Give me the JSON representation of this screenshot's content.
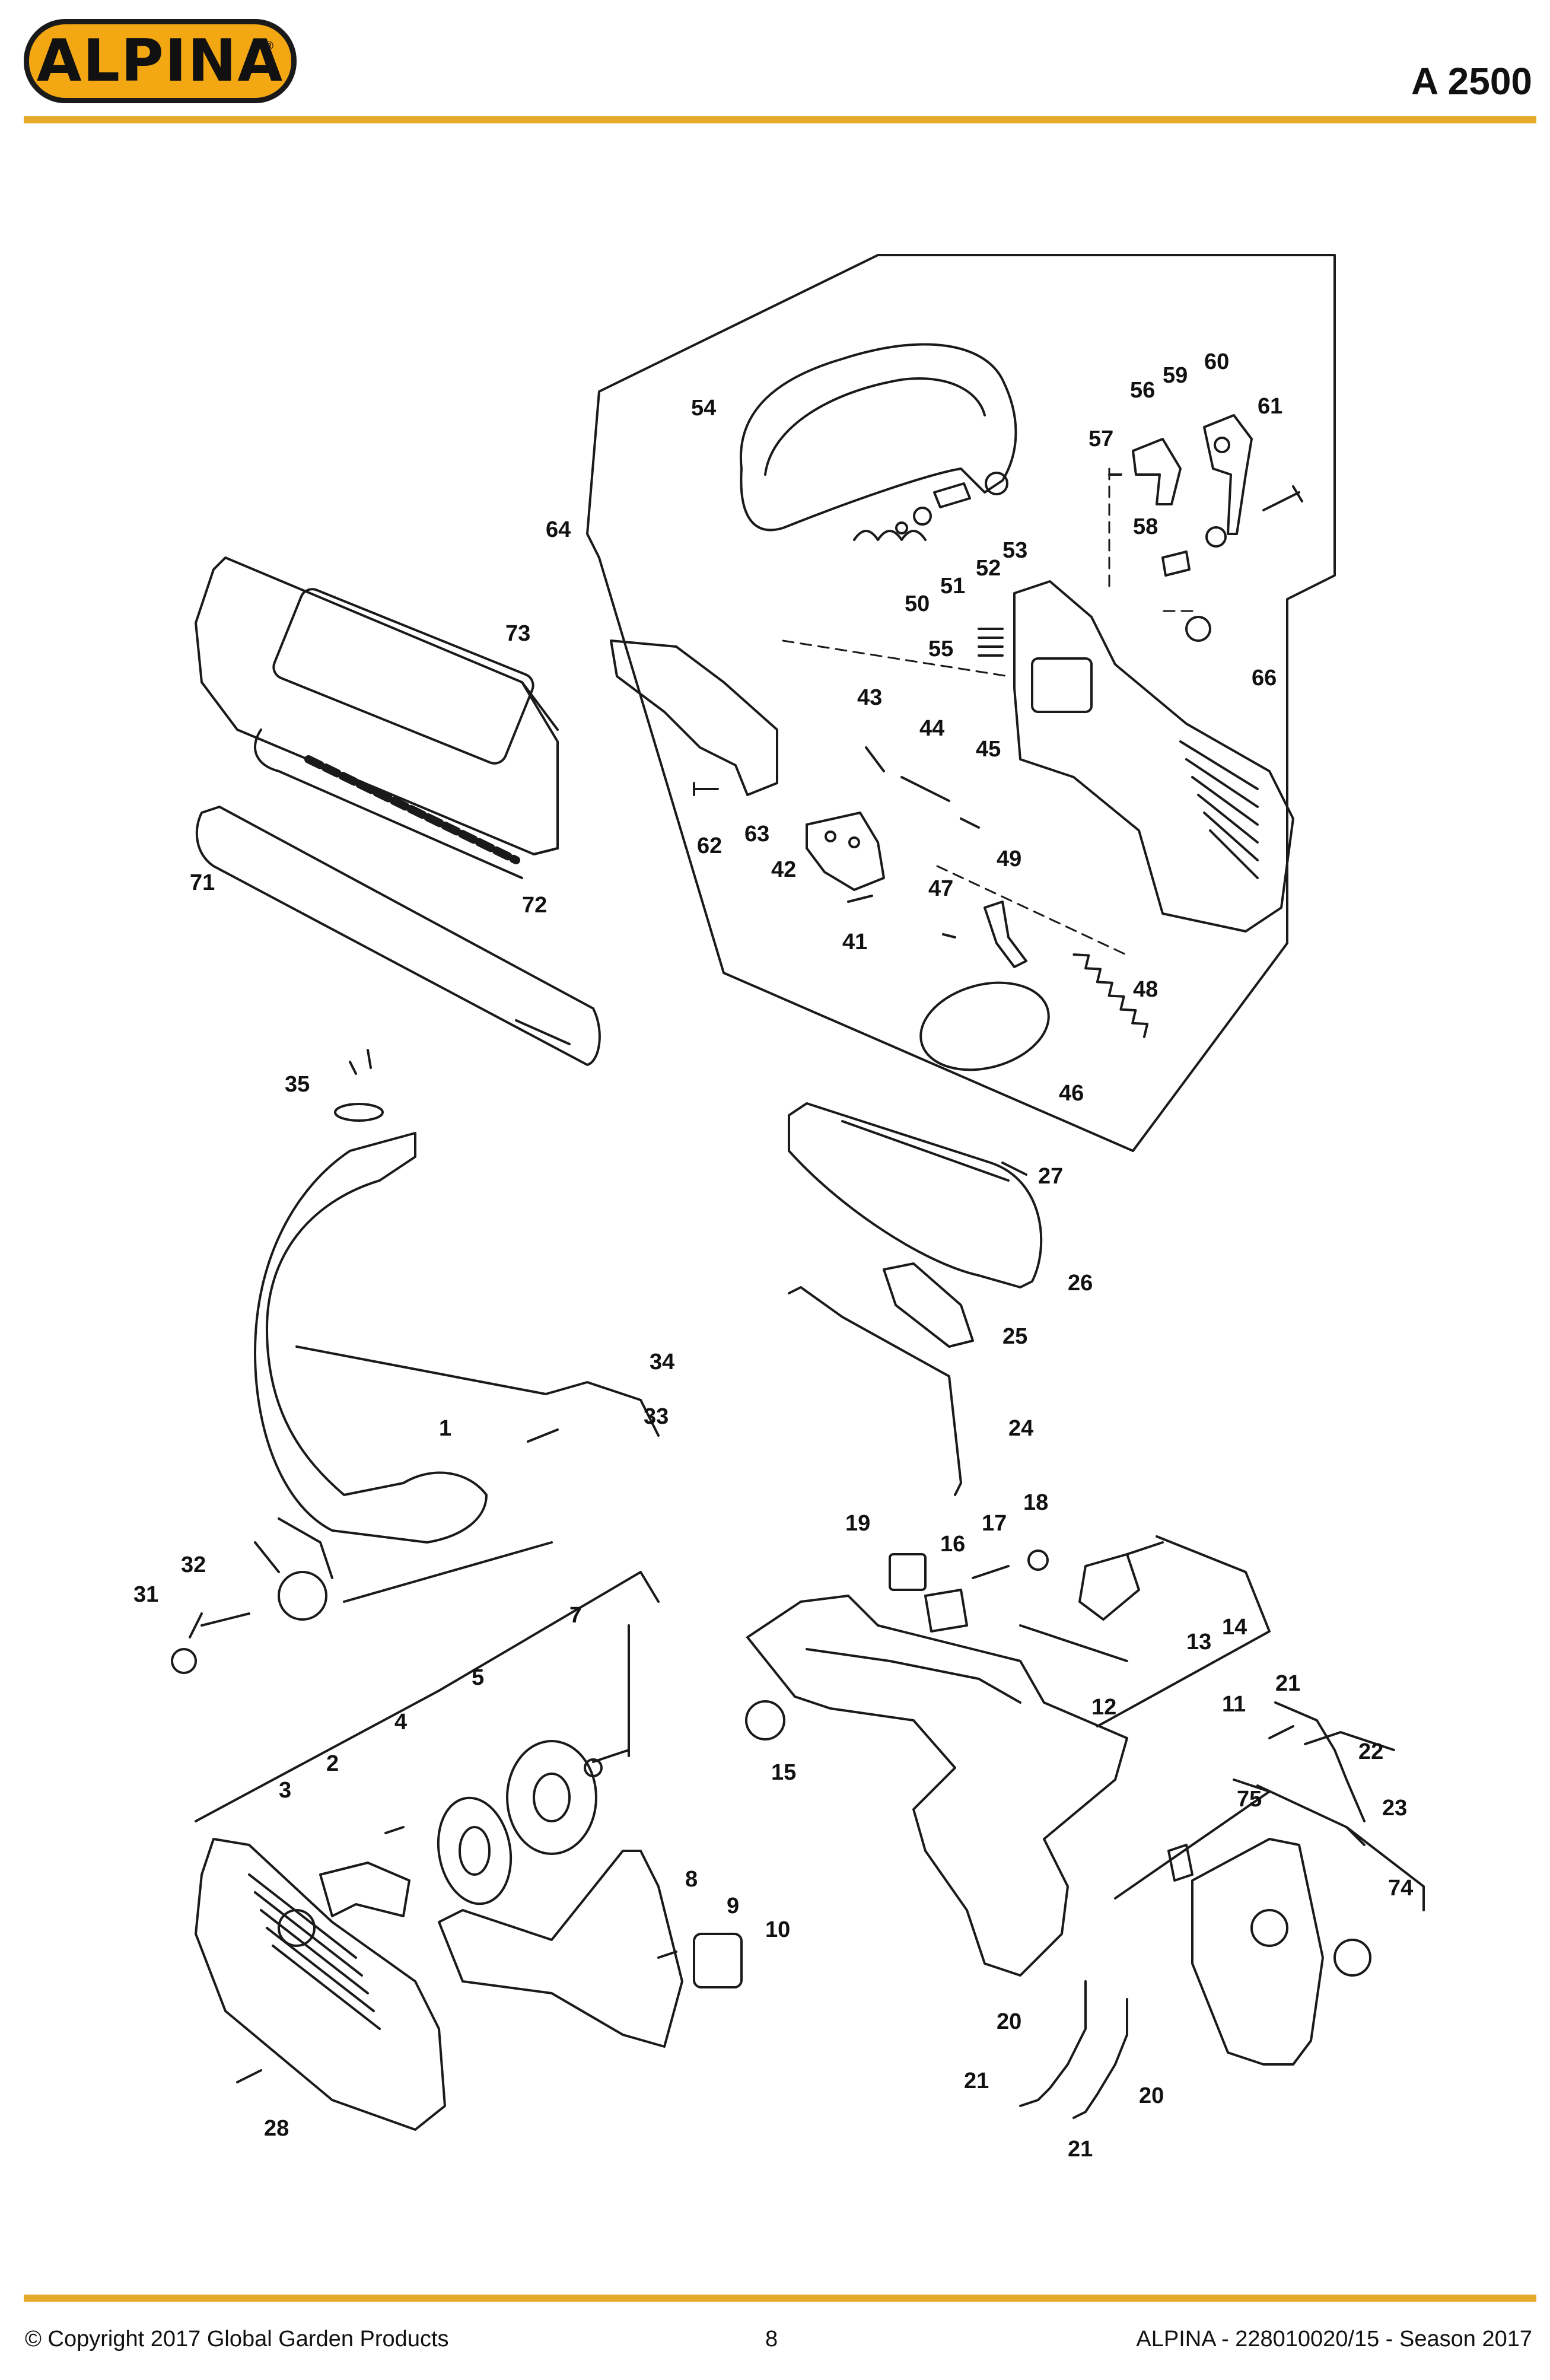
{
  "header": {
    "logo_text": "ALPINA",
    "logo_reg": "®",
    "model": "A 2500"
  },
  "diagram": {
    "callouts": [
      "1",
      "2",
      "3",
      "4",
      "5",
      "7",
      "8",
      "9",
      "10",
      "11",
      "12",
      "13",
      "14",
      "15",
      "16",
      "17",
      "18",
      "19",
      "20",
      "20",
      "21",
      "21",
      "21",
      "22",
      "23",
      "24",
      "25",
      "26",
      "27",
      "28",
      "31",
      "32",
      "33",
      "34",
      "35",
      "41",
      "42",
      "43",
      "44",
      "45",
      "46",
      "47",
      "48",
      "49",
      "50",
      "51",
      "52",
      "53",
      "54",
      "55",
      "56",
      "57",
      "58",
      "59",
      "60",
      "61",
      "62",
      "63",
      "64",
      "66",
      "71",
      "72",
      "73",
      "74",
      "75"
    ]
  },
  "footer": {
    "copyright": "© Copyright 2017 Global Garden Products",
    "page_number": "8",
    "doc_ref": "ALPINA - 228010020/15 - Season 2017"
  }
}
